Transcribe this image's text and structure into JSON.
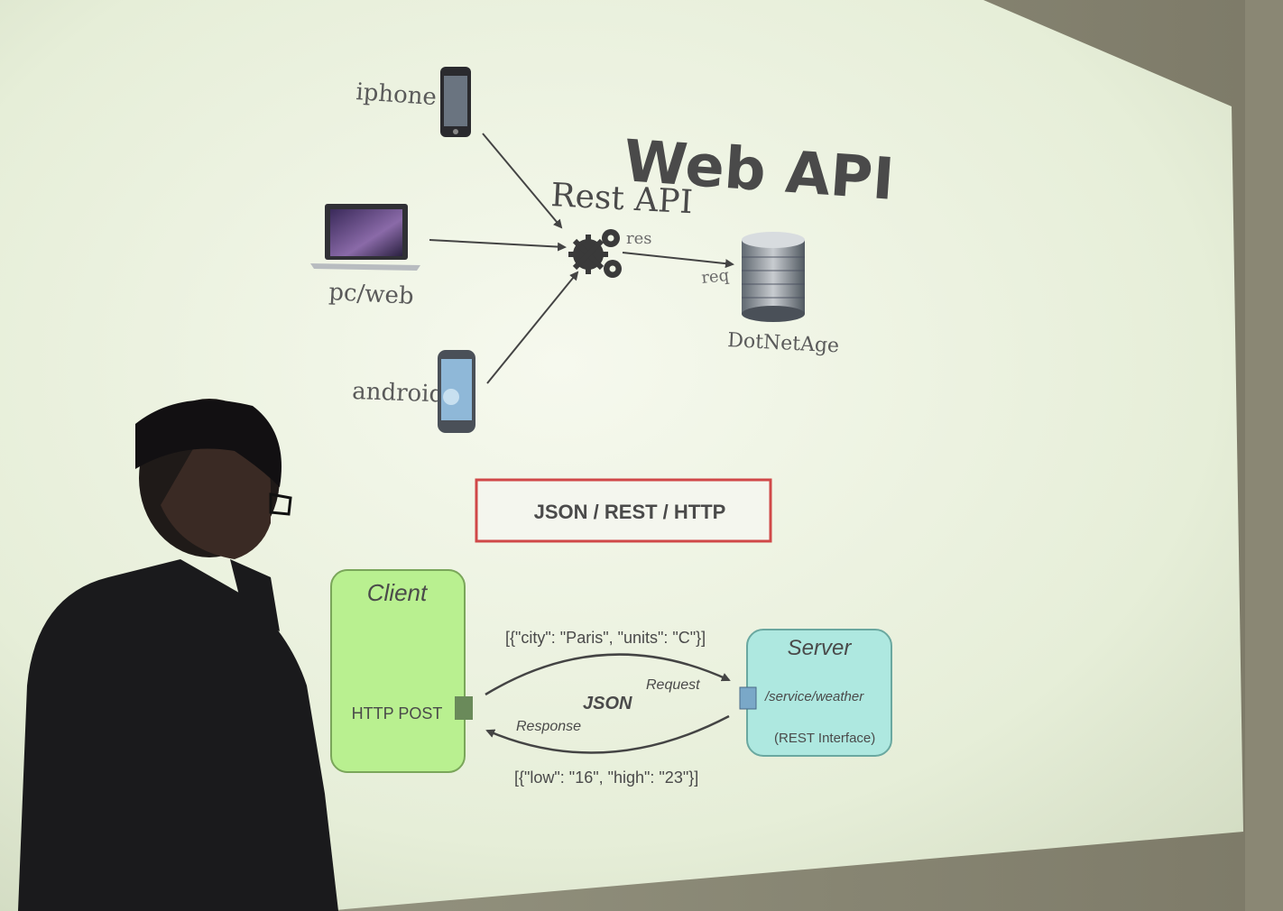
{
  "slide": {
    "title": "Web API",
    "rest_label": "Rest API",
    "devices": {
      "iphone": "iphone",
      "pc": "pc/web",
      "android": "android"
    },
    "res_label": "res",
    "req_label": "req",
    "db_label": "DotNetAge",
    "protocol_box": "JSON / REST / HTTP",
    "client": {
      "title": "Client",
      "method": "HTTP POST"
    },
    "server": {
      "title": "Server",
      "path": "/service/weather",
      "note": "(REST Interface)"
    },
    "request_payload": "[{\"city\": \"Paris\", \"units\": \"C\"}]",
    "response_payload": "[{\"low\": \"16\", \"high\": \"23\"}]",
    "request_label": "Request",
    "response_label": "Response",
    "json_label": "JSON"
  },
  "colors": {
    "screen": "#eef3e4",
    "client_fill": "#b9f090",
    "server_fill": "#aee8e0",
    "protocol_border": "#d04848",
    "presenter_shirt": "#1a1a1c"
  },
  "icons": [
    "iphone-icon",
    "laptop-icon",
    "android-phone-icon",
    "gears-icon",
    "database-icon"
  ]
}
